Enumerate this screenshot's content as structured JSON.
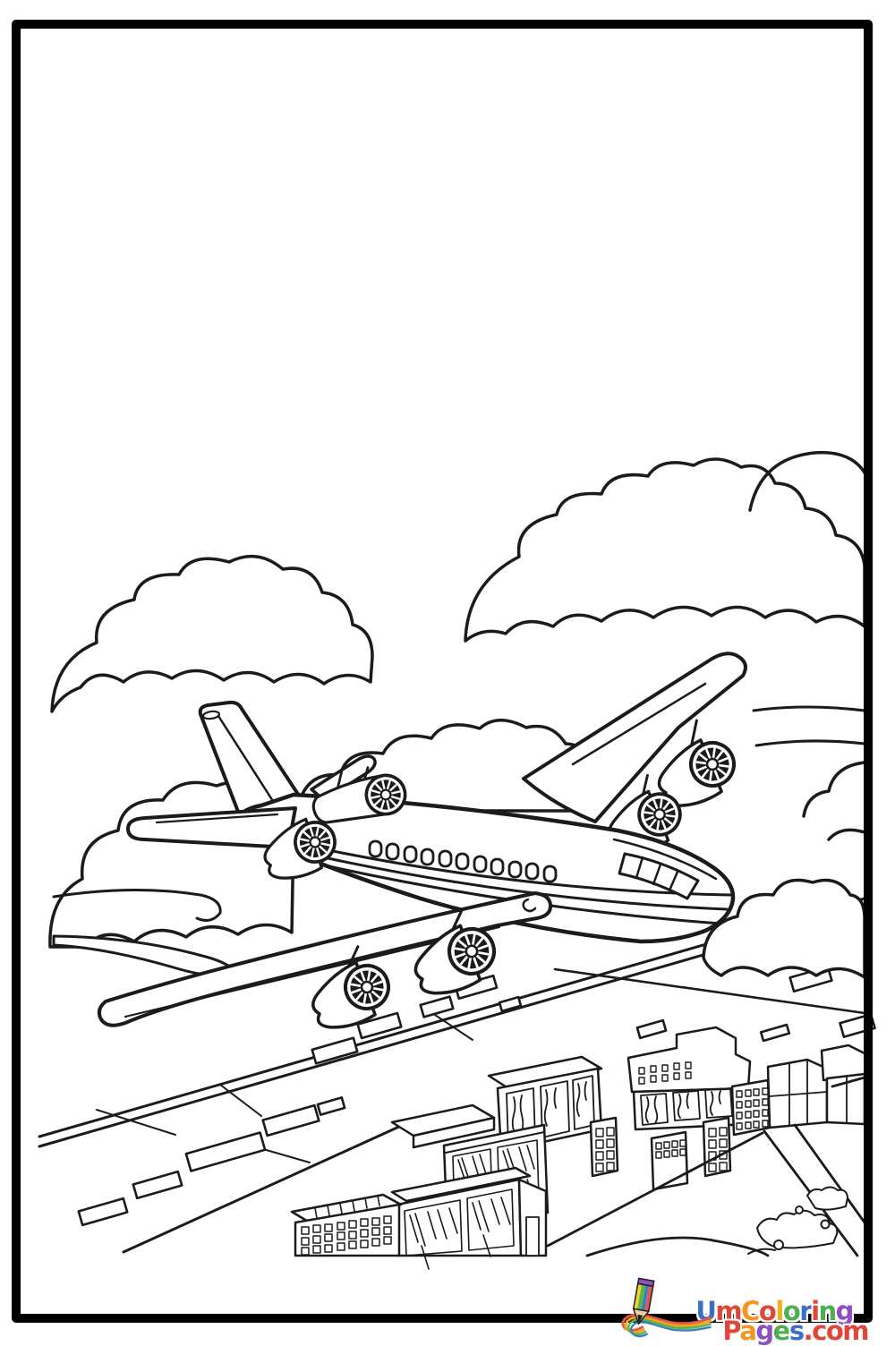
{
  "page": {
    "background": "#ffffff",
    "ink_color": "#1b1b1b",
    "frame_color": "#000000",
    "kind": "printable coloring page",
    "subject": "Jet airliner flying over an airport runway with terminal buildings and clouds"
  },
  "artwork": {
    "elements": [
      "clouds",
      "jet airliner",
      "tail fin",
      "turbofan engines",
      "passenger windows",
      "cockpit windshield",
      "wings",
      "runway with dashed markings",
      "terminal buildings",
      "access road",
      "rocks and shrubs"
    ],
    "engine_fan_count": 6,
    "passenger_window_count": 11,
    "style": "black outline line art on white"
  },
  "logo": {
    "icon": "rainbow-pencil-icon",
    "text_line1": "UmColoring",
    "text_line2": "Pages.com",
    "line1": [
      {
        "ch": "U",
        "color": "#3a6fc4"
      },
      {
        "ch": "m",
        "color": "#e0453a"
      },
      {
        "ch": "C",
        "color": "#f7941d"
      },
      {
        "ch": "o",
        "color": "#e0453a"
      },
      {
        "ch": "l",
        "color": "#f2b01e"
      },
      {
        "ch": "o",
        "color": "#4caf50"
      },
      {
        "ch": "r",
        "color": "#3a6fc4"
      },
      {
        "ch": "i",
        "color": "#e0453a"
      },
      {
        "ch": "n",
        "color": "#4caf50"
      },
      {
        "ch": "g",
        "color": "#8e4fc3"
      }
    ],
    "line2": [
      {
        "ch": "P",
        "color": "#e0453a"
      },
      {
        "ch": "a",
        "color": "#f7941d"
      },
      {
        "ch": "g",
        "color": "#8e4fc3"
      },
      {
        "ch": "e",
        "color": "#4caf50"
      },
      {
        "ch": "s",
        "color": "#3a6fc4"
      },
      {
        "ch": ".",
        "color": "#e0453a"
      },
      {
        "ch": "c",
        "color": "#e0453a"
      },
      {
        "ch": "o",
        "color": "#e0453a"
      },
      {
        "ch": "m",
        "color": "#e0453a"
      }
    ],
    "pencil_colors": [
      "#f5d327",
      "#58b947",
      "#3f7fc1",
      "#e8574b",
      "#8e4fc3"
    ],
    "swirl_colors": [
      "#e8574b",
      "#f7a21b",
      "#58b947",
      "#3f7fc1"
    ]
  }
}
